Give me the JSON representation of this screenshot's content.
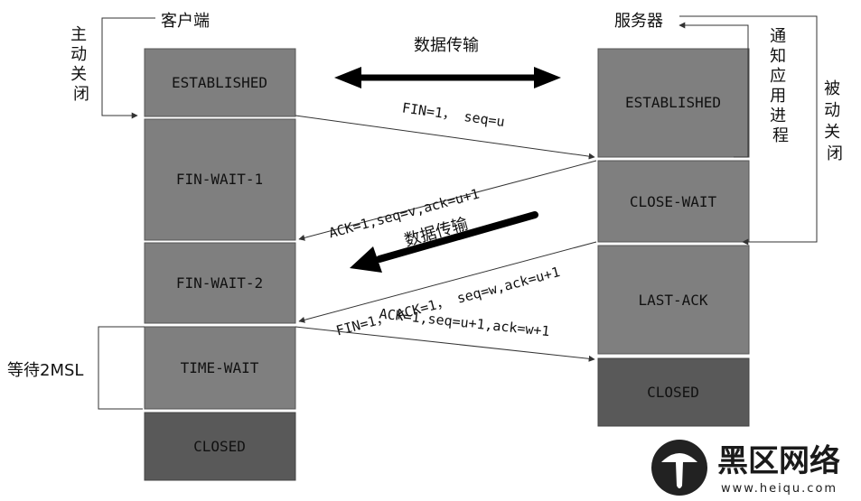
{
  "client": {
    "title": "客户端",
    "active_close": "主动关闭",
    "states": [
      "ESTABLISHED",
      "FIN-WAIT-1",
      "FIN-WAIT-2",
      "TIME-WAIT",
      "CLOSED"
    ],
    "wait_label": "等待2MSL"
  },
  "server": {
    "title": "服务器",
    "passive_close": "被动关闭",
    "notify_app": "通知应用进程",
    "states": [
      "ESTABLISHED",
      "CLOSE-WAIT",
      "LAST-ACK",
      "CLOSED"
    ]
  },
  "messages": {
    "fin1": "FIN=1， seq=u",
    "ack1": "ACK=1,seq=v,ack=u+1",
    "fin2": "FIN=1， ACK=1， seq=w,ack=u+1",
    "ack2": "ACK=1,seq=u+1,ack=w+1"
  },
  "transfer": {
    "top": "数据传输",
    "mid": "数据传输"
  },
  "watermark": {
    "name": "黑区网络",
    "url": "www.heiqu.com"
  },
  "colors": {
    "state_box": "#7f7f7f",
    "closed_box": "#595959",
    "line": "#333333"
  }
}
